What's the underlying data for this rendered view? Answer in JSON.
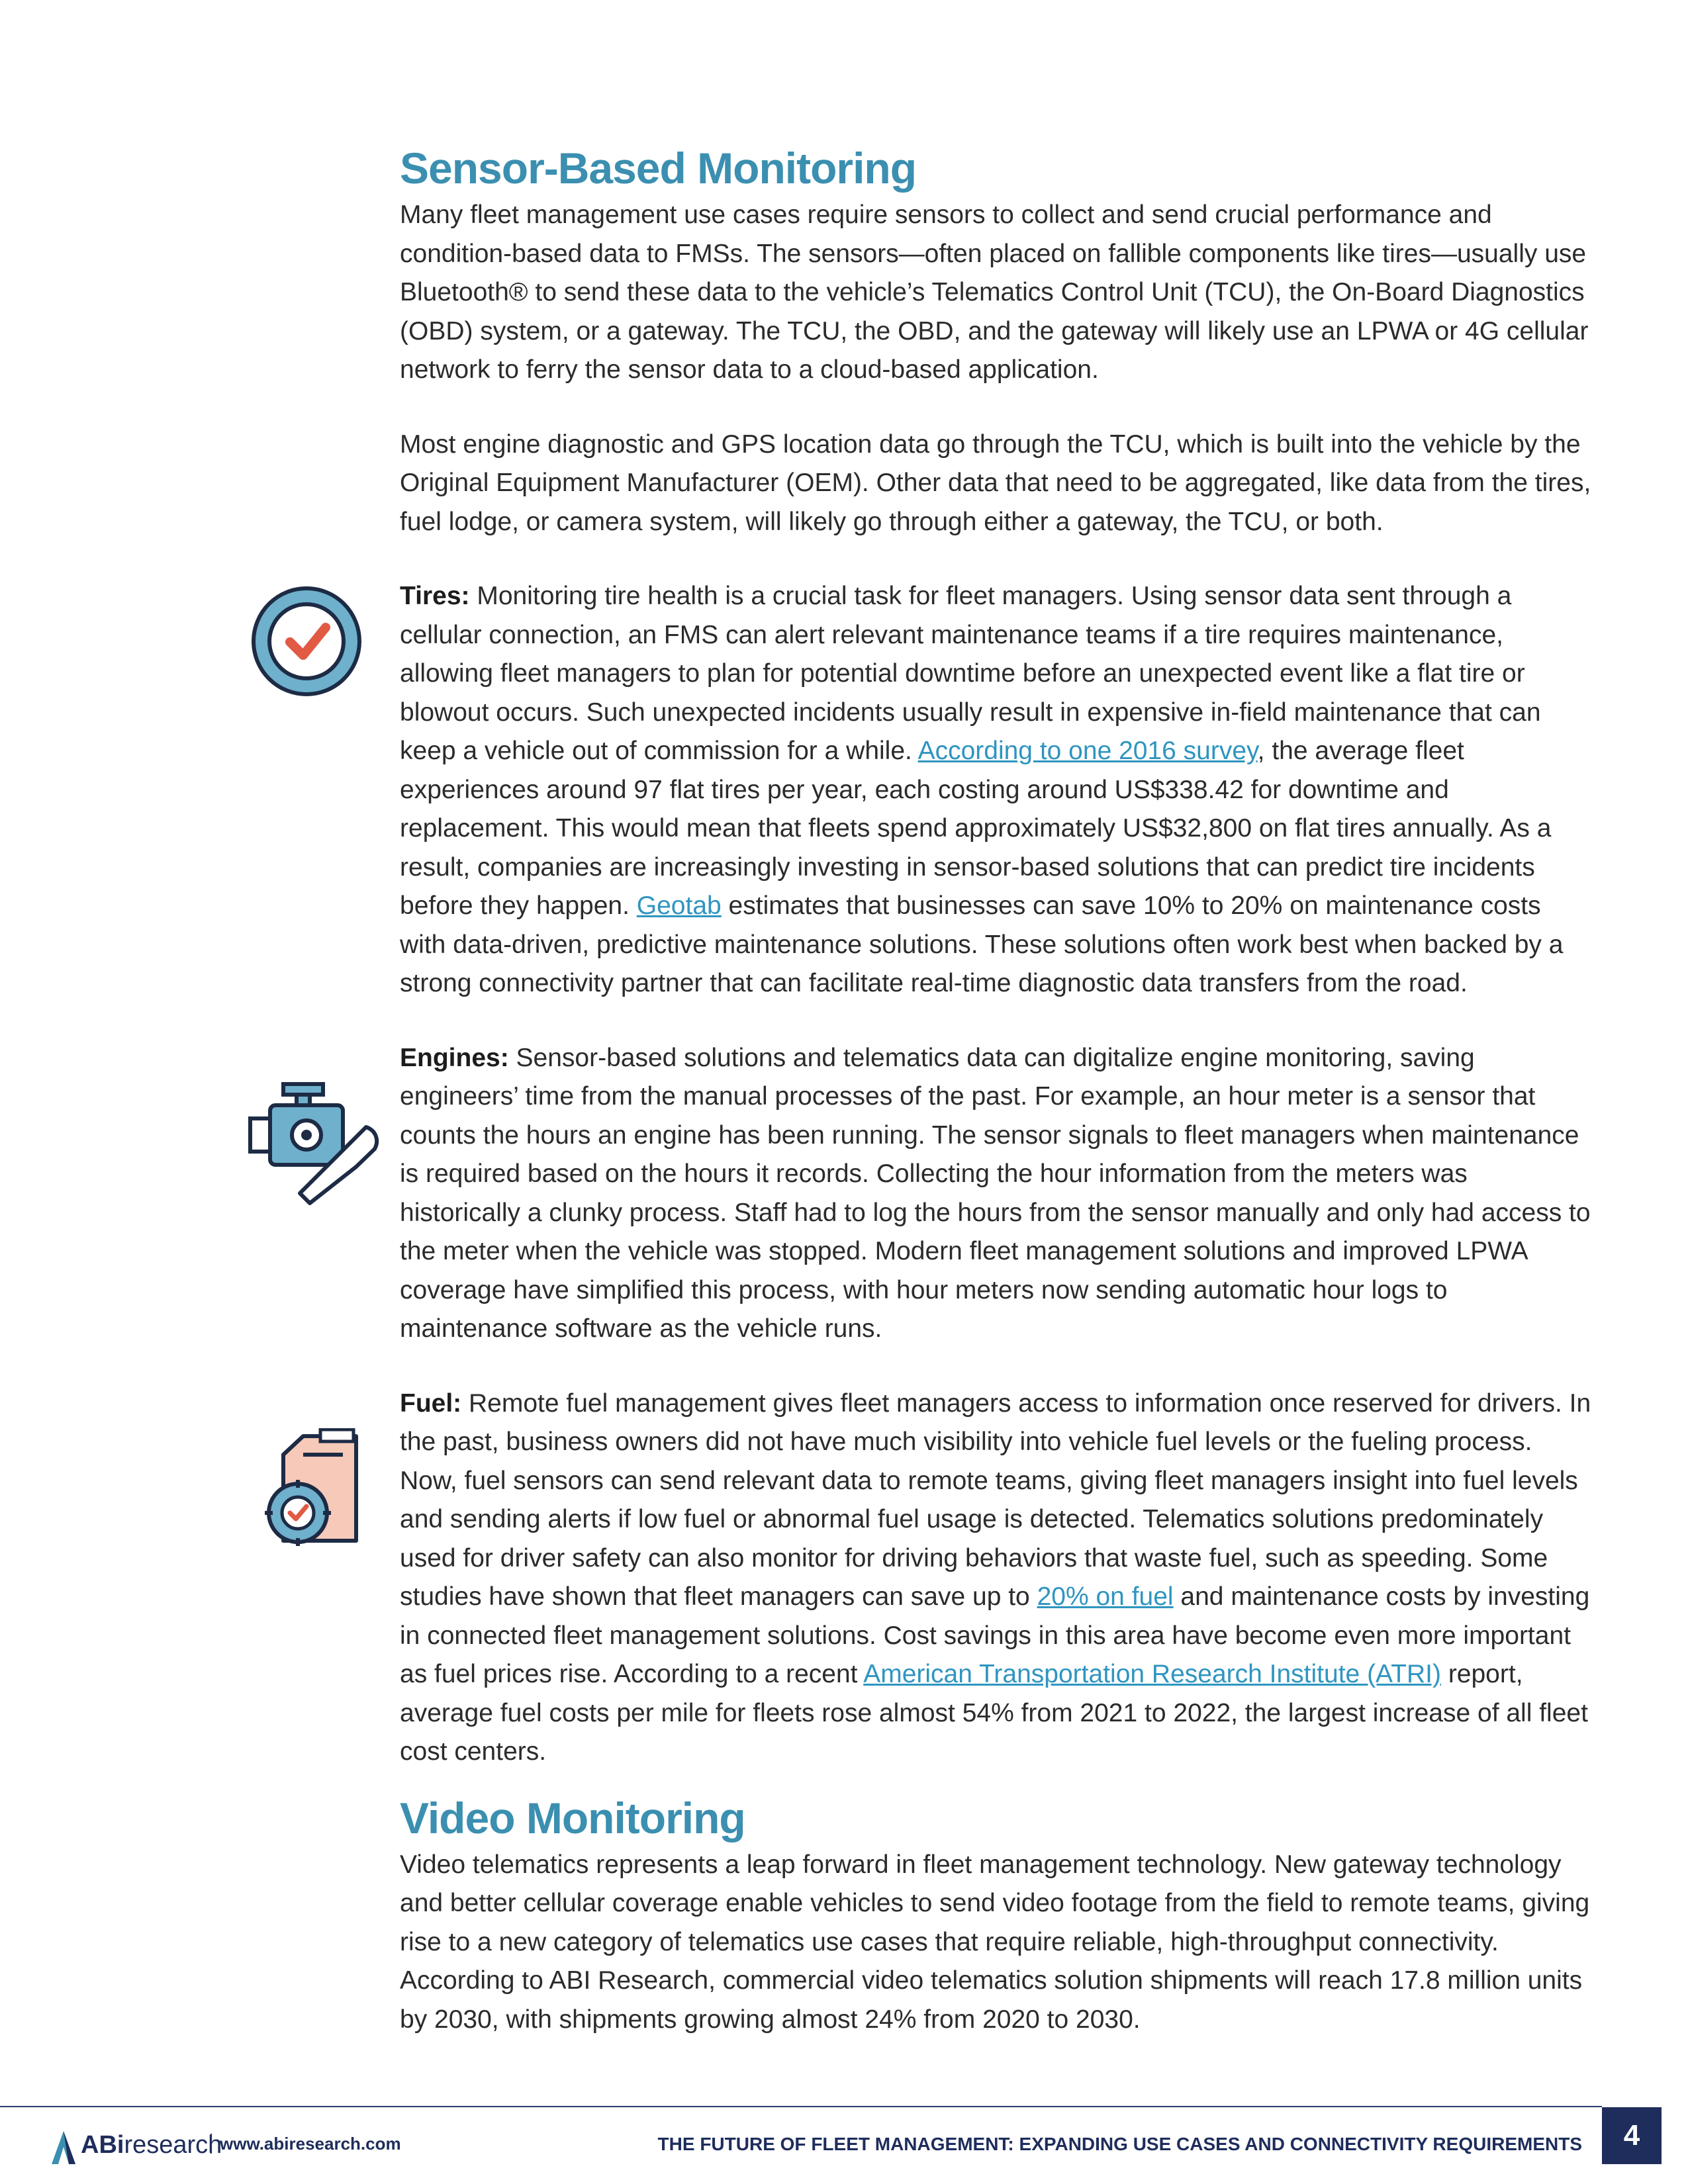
{
  "section1": {
    "heading": "Sensor-Based Monitoring",
    "p1": "Many fleet management use cases require sensors to collect and send crucial performance and condition-based data to FMSs. The sensors—often placed on fallible components like tires—usually use Bluetooth® to send these data to the vehicle’s Telematics Control Unit (TCU), the On-Board Diagnostics (OBD) system, or a gateway. The TCU, the OBD, and the gateway will likely use an LPWA or 4G cellular network to ferry the sensor data to a cloud-based application.",
    "p2": "Most engine diagnostic and GPS location data go through the TCU, which is built into the vehicle by the Original Equipment Manufacturer (OEM). Other data that need to be aggregated, like data from the tires, fuel lodge, or camera system, will likely go through either a gateway, the TCU, or both."
  },
  "tires": {
    "label": "Tires:",
    "text1": " Monitoring tire health is a crucial task for fleet managers. Using sensor data sent through a cellular connection, an FMS can alert relevant maintenance teams if a tire requires maintenance, allowing fleet managers to plan for potential downtime before an unexpected event like a flat tire or blowout occurs. Such unexpected incidents usually result in expensive in-field maintenance that can keep a vehicle out of commission for a while. ",
    "link1": "According to one 2016 survey",
    "text2": ", the average fleet experiences around 97 flat tires per year, each costing around US$338.42 for downtime and replacement. This would mean that fleets spend approximately US$32,800 on flat tires annually. As a result, companies are increasingly investing in sensor-based solutions that can predict tire incidents before they happen. ",
    "link2": "Geotab",
    "text3": " estimates that businesses can save 10% to 20% on maintenance costs with data-driven, predictive maintenance solutions. These solutions often work best when backed by a strong connectivity partner that can facilitate real-time diagnostic data transfers from the road."
  },
  "engines": {
    "label": "Engines:",
    "text": " Sensor-based solutions and telematics data can digitalize engine monitoring, saving engineers’ time from the manual processes of the past. For example, an hour meter is a sensor that counts the hours an engine has been running. The sensor signals to fleet managers when maintenance is required based on the hours it records. Collecting the hour information from the meters was historically a clunky process. Staff had to log the hours from the sensor manually and only had access to the meter when the vehicle was stopped. Modern fleet management solutions and improved LPWA coverage have simplified this process, with hour meters now sending automatic hour logs to maintenance software as the vehicle runs."
  },
  "fuel": {
    "label": "Fuel:",
    "text1": " Remote fuel management gives fleet managers access to information once reserved for drivers. In the past, business owners did not have much visibility into vehicle fuel levels or the fueling process. Now, fuel sensors can send relevant data to remote teams, giving fleet managers insight into fuel levels and sending alerts if low fuel or abnormal fuel usage is detected. Telematics solutions predominately used for driver safety can also monitor for driving behaviors that waste fuel, such as speeding. Some studies have shown that fleet managers can save up to ",
    "link1": "20% on fuel",
    "text2": " and maintenance costs by investing in connected fleet management solutions. Cost savings in this area have become even more important as fuel prices rise. According to a recent ",
    "link2": "American Transportation Research Institute (ATRI)",
    "text3": " report, average fuel costs per mile for fleets rose almost 54% from 2021 to 2022, the largest increase of all fleet cost centers."
  },
  "section2": {
    "heading": "Video Monitoring",
    "p1": "Video telematics represents a leap forward in fleet management technology. New gateway technology and better cellular coverage enable vehicles to send video footage from the field to remote teams, giving rise to a new category of telematics use cases that require reliable, high-throughput connectivity. According to ABI Research, commercial video telematics solution shipments will reach 17.8 million units by 2030, with shipments growing almost 24% from 2020 to 2030."
  },
  "footer": {
    "logo_strong": "ABi",
    "logo_rest": "research",
    "url": "www.abiresearch.com",
    "title": "THE FUTURE OF FLEET MANAGEMENT: EXPANDING USE CASES AND CONNECTIVITY REQUIREMENTS",
    "page": "4"
  },
  "colors": {
    "heading": "#3b8fb0",
    "link": "#2f95c0",
    "navy": "#1e2d5c",
    "accent_red": "#e05a44",
    "icon_blue": "#6fb0cc"
  }
}
